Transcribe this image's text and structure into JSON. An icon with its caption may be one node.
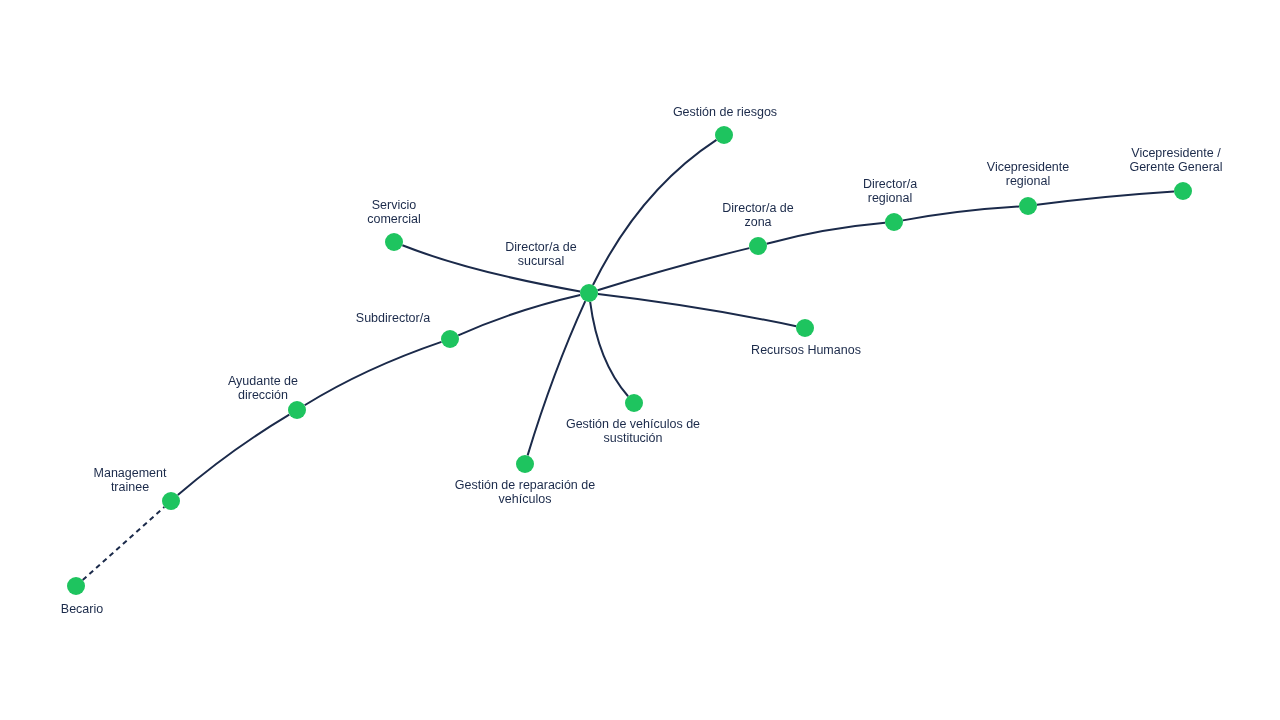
{
  "diagram": {
    "nodes": [
      {
        "text": [],
        "shape": "circle",
        "beside": [
          "Becario"
        ]
      },
      {
        "text": [],
        "shape": "circle",
        "beside": [
          "Management trainee"
        ]
      },
      {
        "text": [],
        "shape": "circle",
        "beside": [
          "Ayudante de dirección"
        ]
      },
      {
        "text": [],
        "shape": "circle",
        "beside": [
          "Subdirector/a"
        ]
      },
      {
        "text": [],
        "shape": "circle",
        "beside": [
          "Director/a de sucursal"
        ]
      },
      {
        "text": [],
        "shape": "circle",
        "beside": [
          "Servicio comercial"
        ]
      },
      {
        "text": [],
        "shape": "circle",
        "beside": [
          "Gestión de riesgos"
        ]
      },
      {
        "text": [],
        "shape": "circle",
        "beside": [
          "Director/a de zona"
        ]
      },
      {
        "text": [],
        "shape": "circle",
        "beside": [
          "Director/a regional"
        ]
      },
      {
        "text": [],
        "shape": "circle",
        "beside": [
          "Vicepresidente regional"
        ]
      },
      {
        "text": [],
        "shape": "circle",
        "beside": [
          "Vicepresidente / Gerente General"
        ]
      },
      {
        "text": [],
        "shape": "circle",
        "beside": [
          "Recursos Humanos"
        ]
      },
      {
        "text": [],
        "shape": "circle",
        "beside": [
          "Gestión de vehículos de sustitución"
        ]
      },
      {
        "text": [],
        "shape": "circle",
        "beside": [
          "Gestión de reparación de vehículos"
        ]
      }
    ],
    "edges": [
      {
        "from": 0,
        "to": 1,
        "arrow": "none",
        "style": "dashed"
      },
      {
        "from": 1,
        "to": 2,
        "arrow": "none"
      },
      {
        "from": 2,
        "to": 3,
        "arrow": "none"
      },
      {
        "from": 3,
        "to": 4,
        "arrow": "none"
      },
      {
        "from": 4,
        "to": 7,
        "arrow": "none"
      },
      {
        "from": 7,
        "to": 8,
        "arrow": "none"
      },
      {
        "from": 8,
        "to": 9,
        "arrow": "none"
      },
      {
        "from": 9,
        "to": 10,
        "arrow": "none"
      },
      {
        "from": 4,
        "to": 5,
        "arrow": "none"
      },
      {
        "from": 4,
        "to": 6,
        "arrow": "none"
      },
      {
        "from": 4,
        "to": 11,
        "arrow": "none"
      },
      {
        "from": 4,
        "to": 12,
        "arrow": "none"
      },
      {
        "from": 4,
        "to": 13,
        "arrow": "none"
      }
    ]
  }
}
